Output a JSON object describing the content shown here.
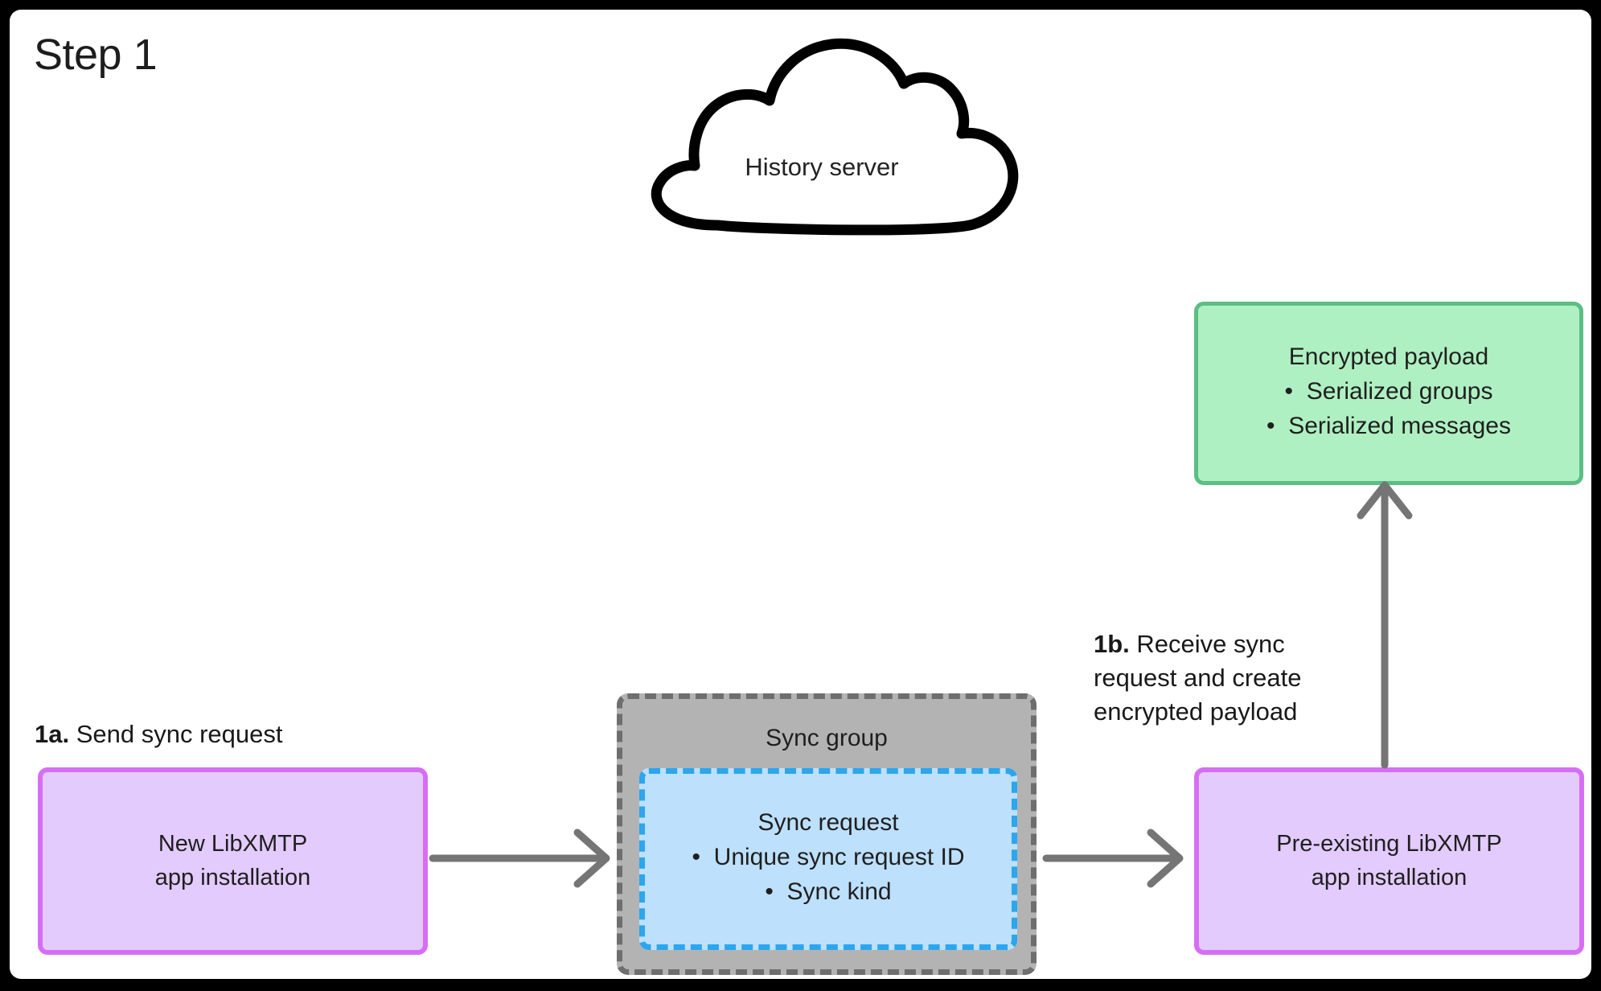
{
  "page": {
    "title": "Step 1",
    "background": "#ffffff",
    "frame_color": "#000000"
  },
  "cloud": {
    "label": "History server",
    "stroke": "#000000"
  },
  "nodes": {
    "payload": {
      "heading": "Encrypted payload",
      "bullets": [
        "Serialized groups",
        "Serialized messages"
      ],
      "fill": "#aff0c2",
      "border": "#5cbd85"
    },
    "new_install": {
      "lines": [
        "New LibXMTP",
        "app installation"
      ],
      "fill": "#e3cbfd",
      "border": "#d66ef5"
    },
    "pre_existing_install": {
      "lines": [
        "Pre-existing LibXMTP",
        "app installation"
      ],
      "fill": "#e3cbfd",
      "border": "#d66ef5"
    },
    "sync_group": {
      "label": "Sync group",
      "fill": "#b3b3b3",
      "border": "#6e6e6e"
    },
    "sync_request": {
      "heading": "Sync request",
      "bullets": [
        "Unique sync request ID",
        "Sync kind"
      ],
      "fill": "#bde0fd",
      "border": "#2ba6ef"
    }
  },
  "captions": {
    "step_1a_number": "1a.",
    "step_1a_text": " Send sync request",
    "step_1b_number": "1b.",
    "step_1b_text": " Receive sync request and create encrypted payload"
  },
  "arrows": {
    "color": "#757575",
    "left_to_group": "arrow-right",
    "group_to_right": "arrow-right",
    "right_to_payload": "arrow-up"
  }
}
